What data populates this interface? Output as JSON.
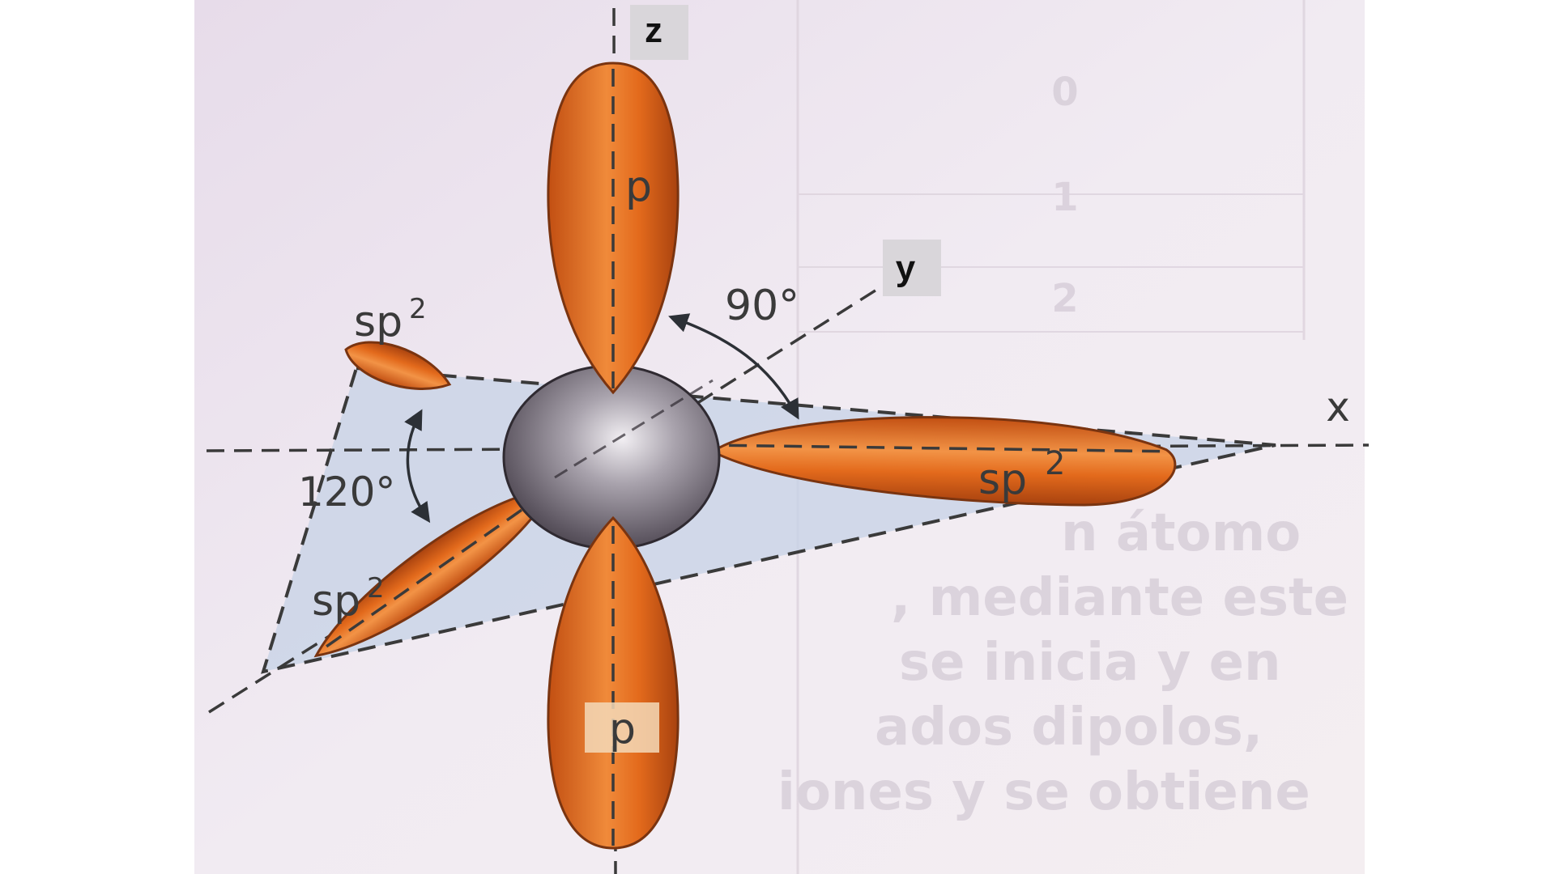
{
  "diagram": {
    "axes": {
      "x": "x",
      "y": "y",
      "z": "z"
    },
    "orbitals": {
      "p_top": "p",
      "p_bottom": "p",
      "sp2_left_upper": "sp",
      "sp2_left_lower": "sp",
      "sp2_right": "sp",
      "superscript": "2"
    },
    "angles": {
      "in_plane": "120°",
      "perpendicular": "90°"
    },
    "background_text": [
      "n átomo",
      ", mediante este",
      "se inicia y en",
      "ados dipolos,",
      "iones y se obtiene",
      "0",
      "1",
      "2"
    ],
    "colors": {
      "lobe": "#e46b1f",
      "lobe_dark": "#8a3a12",
      "nucleus": "#7d7680",
      "plane": "#c9d3e6",
      "paper": "#ece3ee"
    }
  }
}
